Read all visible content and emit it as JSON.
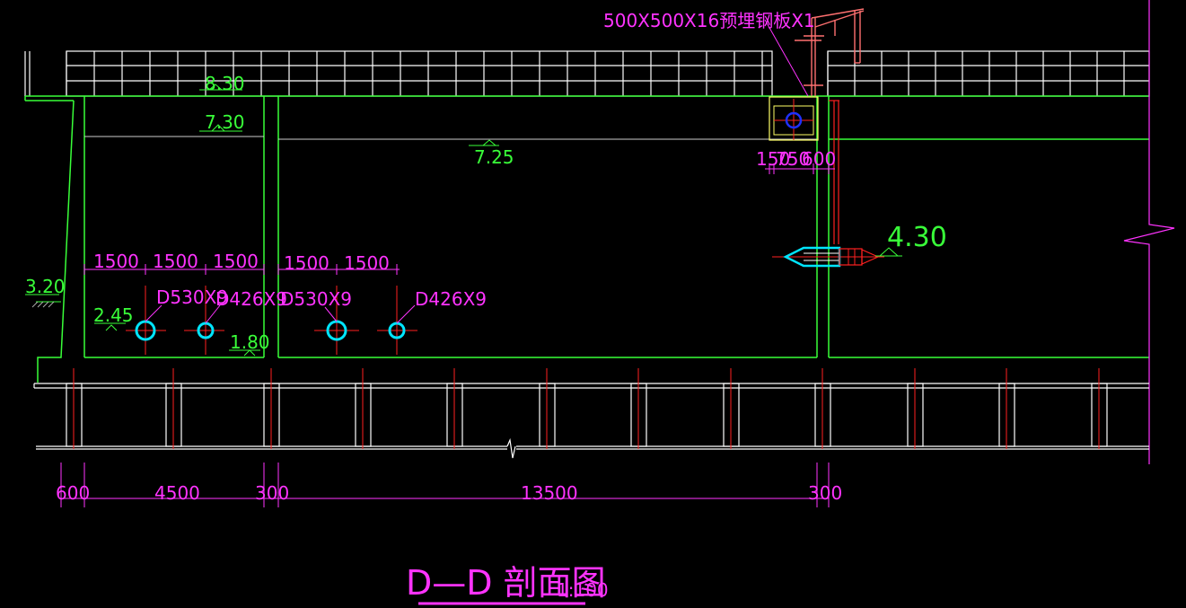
{
  "drawing": {
    "steel_plate_label": "500X500X16预埋钢板X1",
    "elevations": {
      "e830": "8.30",
      "e730": "7.30",
      "e725": "7.25",
      "e430": "4.30",
      "e320": "3.20",
      "e245": "2.45",
      "e180": "1.80"
    },
    "spacing_dims": [
      "1500",
      "1500",
      "1500",
      "1500",
      "1500"
    ],
    "pipe_labels": [
      "D530X9",
      "D426X9",
      "D530X9",
      "D426X9"
    ],
    "detail_dims": {
      "a": "150",
      "b": "750",
      "c": "600"
    },
    "bottom_dims": [
      "600",
      "4500",
      "300",
      "13500",
      "300"
    ],
    "title": {
      "main": "D—D 剖面图",
      "scale": "1:100"
    }
  },
  "colors": {
    "background": "#000000",
    "structure": "#39ff39",
    "dimension": "#ff33ff",
    "pipe": "#00e5ff",
    "centerline": "#ff2020",
    "outline": "#ffffff",
    "inner_pipe": "#2030ff",
    "crane": "#ff7070"
  }
}
